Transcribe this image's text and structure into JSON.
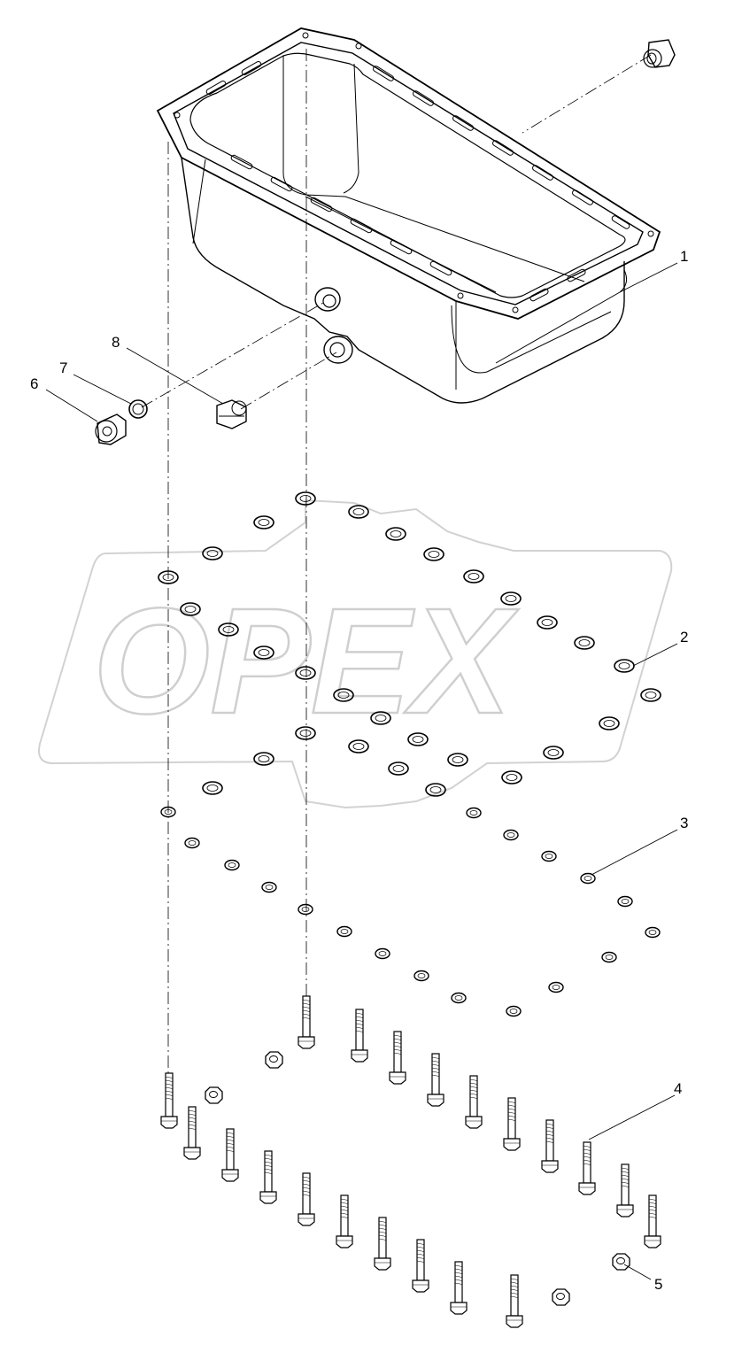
{
  "watermark": {
    "text": "OPEX"
  },
  "corner_mark": "",
  "callouts": [
    {
      "id": "1",
      "label": "1"
    },
    {
      "id": "2",
      "label": "2"
    },
    {
      "id": "3",
      "label": "3"
    },
    {
      "id": "4",
      "label": "4"
    },
    {
      "id": "5",
      "label": "5"
    },
    {
      "id": "6",
      "label": "6"
    },
    {
      "id": "7",
      "label": "7"
    },
    {
      "id": "8",
      "label": "8"
    }
  ]
}
